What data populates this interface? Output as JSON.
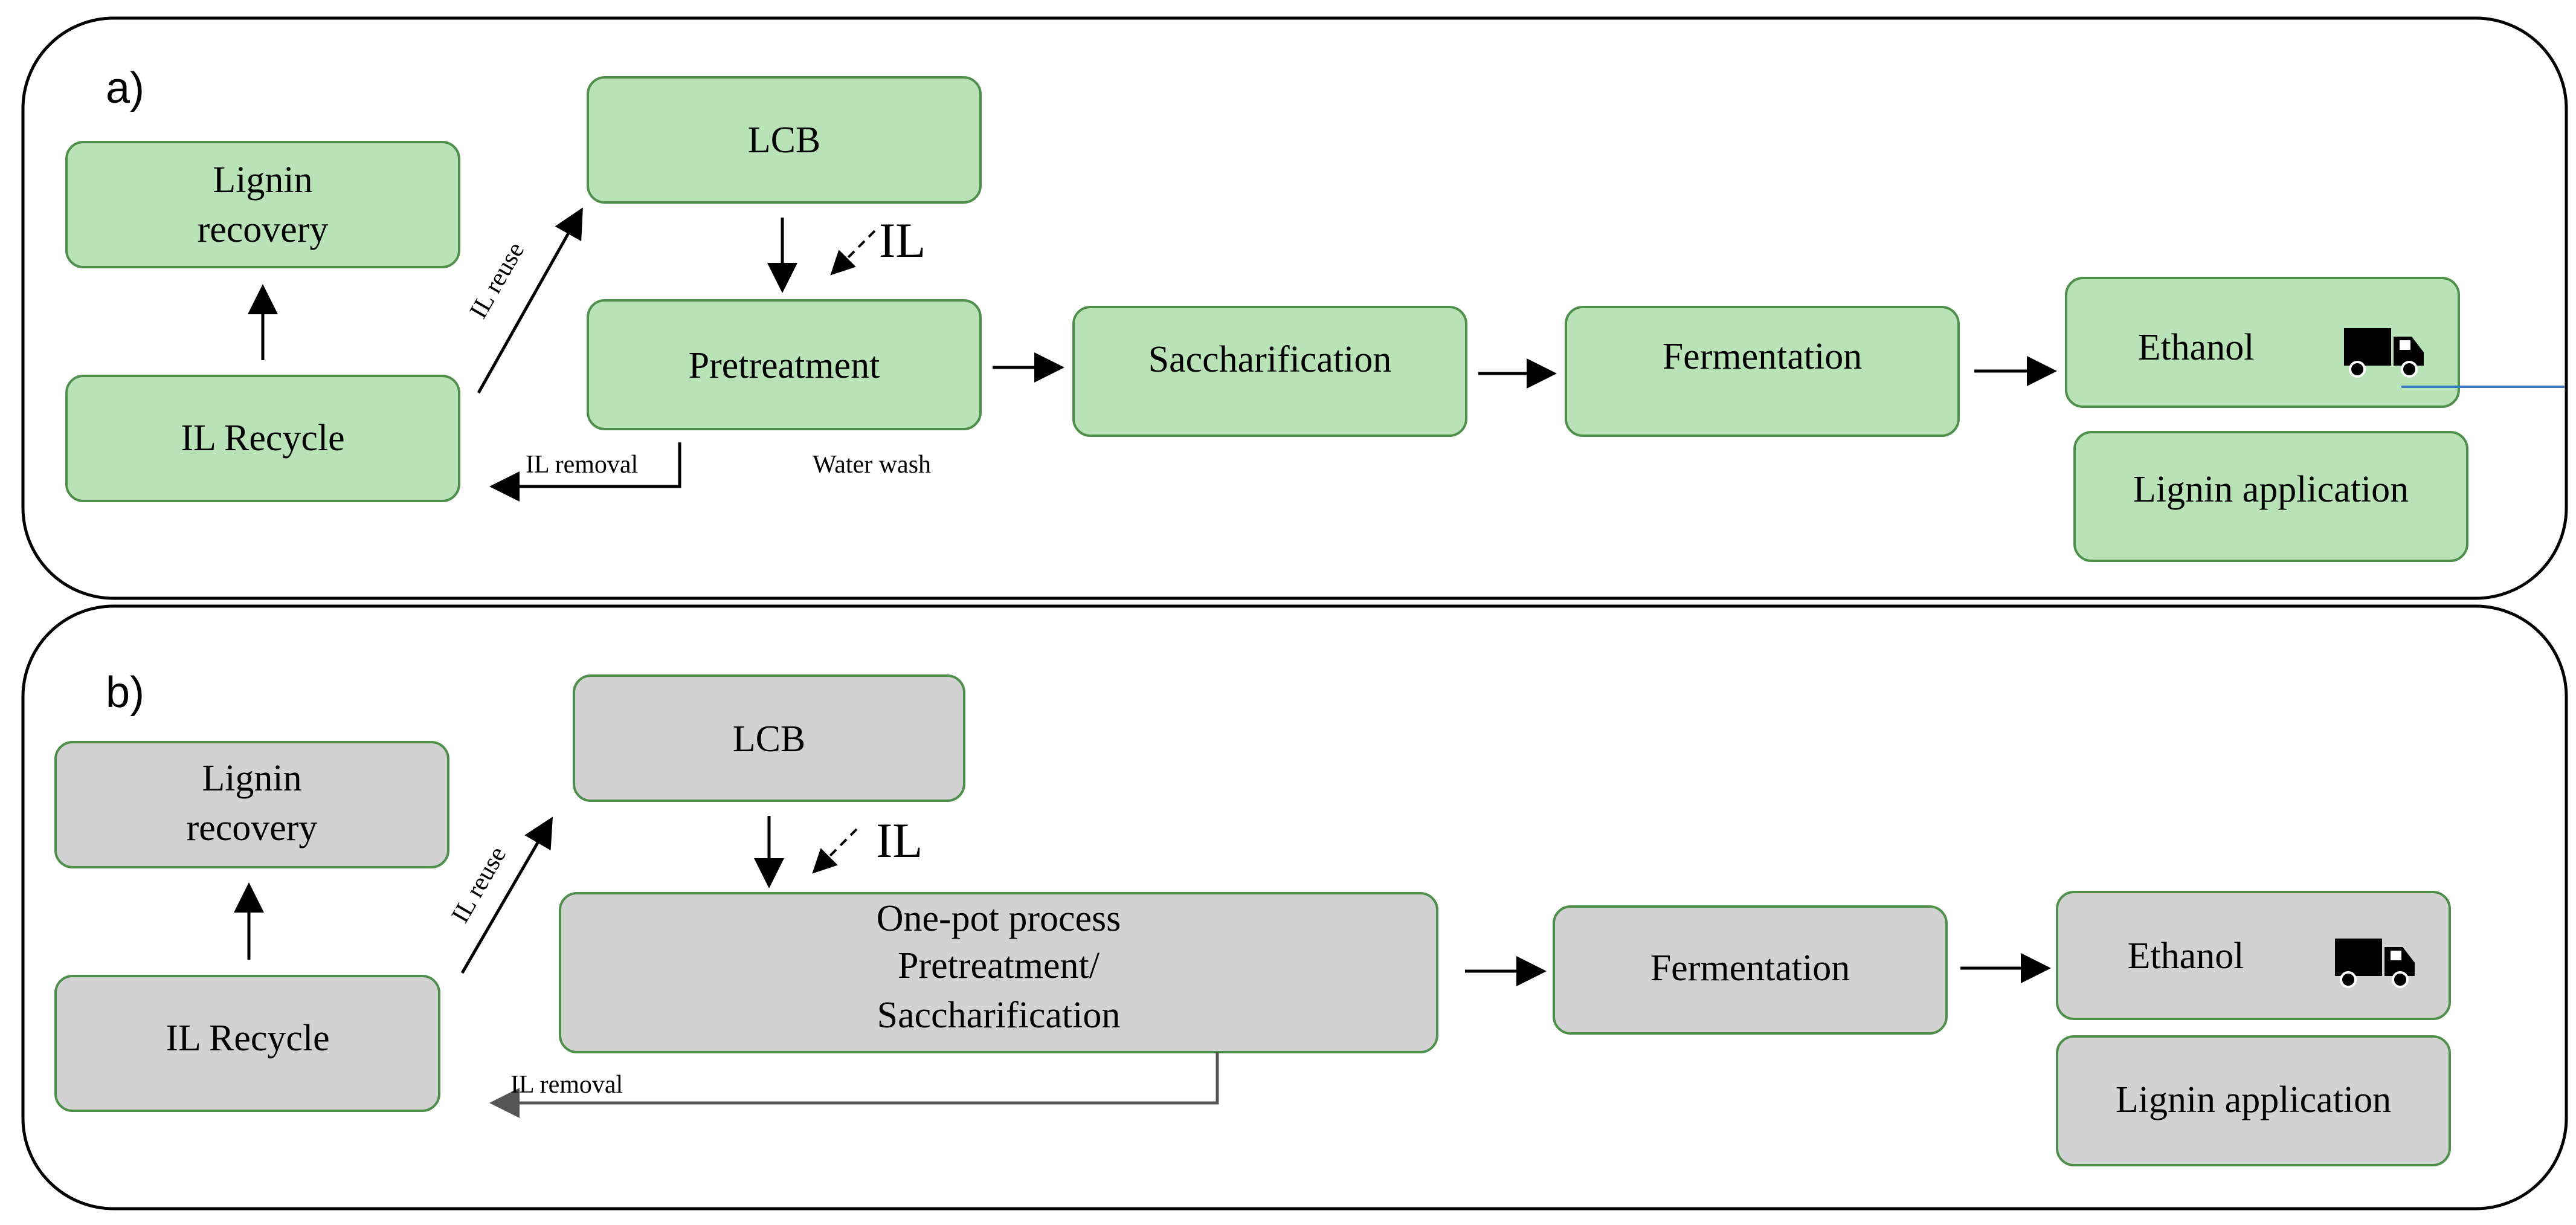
{
  "colors": {
    "panel_a_box": "#b9e2b7",
    "panel_b_box": "#d2d2d2",
    "box_border": "#4e8f4b",
    "connector_line": "#3a7bc0"
  },
  "icons": {
    "truck": "truck-icon"
  },
  "panel_a": {
    "label": "a)",
    "lignin_recovery": [
      "Lignin",
      "recovery"
    ],
    "il_recycle": "IL Recycle",
    "lcb": "LCB",
    "il": "IL",
    "il_reuse": "IL reuse",
    "pretreatment": "Pretreatment",
    "il_removal": "IL removal",
    "water_wash": "Water wash",
    "saccharification": "Saccharification",
    "fermentation": "Fermentation",
    "ethanol": "Ethanol",
    "lignin_application": "Lignin application"
  },
  "panel_b": {
    "label": "b)",
    "lignin_recovery": [
      "Lignin",
      "recovery"
    ],
    "il_recycle": "IL Recycle",
    "lcb": "LCB",
    "il": "IL",
    "il_reuse": "IL reuse",
    "one_pot": [
      "One-pot process",
      "Pretreatment/",
      "Saccharification"
    ],
    "il_removal": "IL removal",
    "fermentation": "Fermentation",
    "ethanol": "Ethanol",
    "lignin_application": "Lignin application"
  }
}
